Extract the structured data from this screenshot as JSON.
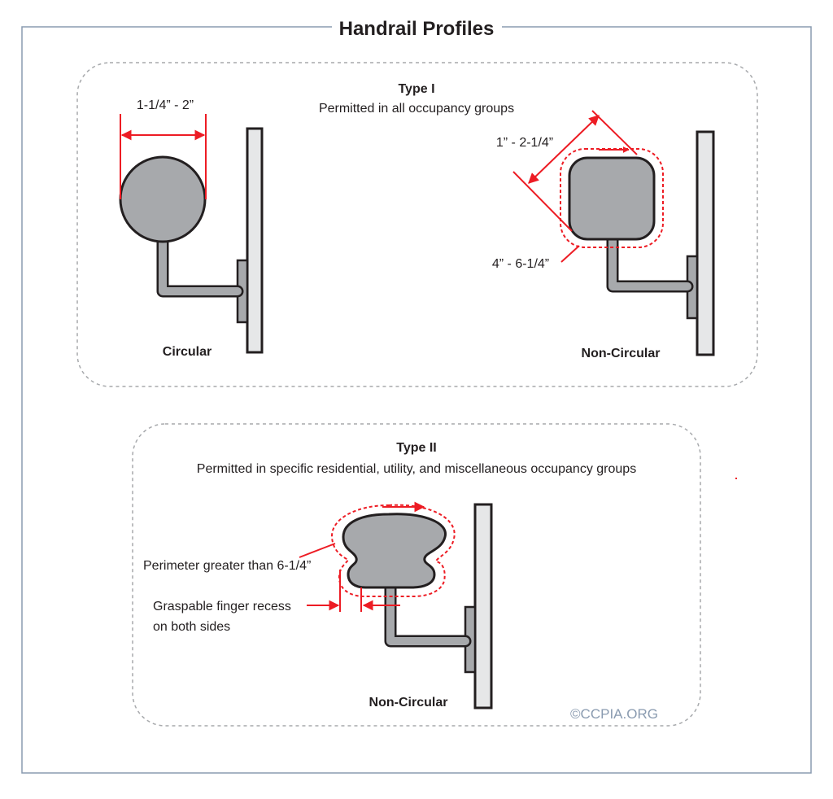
{
  "title": "Handrail Profiles",
  "type1": {
    "heading": "Type I",
    "subheading": "Permitted in all occupancy groups",
    "circular": {
      "label": "Circular",
      "dimension": "1-1/4” -  2”"
    },
    "non_circular": {
      "label": "Non-Circular",
      "dimension_top": "1” -  2-1/4”",
      "dimension_perimeter": "4” -  6-1/4”"
    }
  },
  "type2": {
    "heading": "Type II",
    "subheading": "Permitted in specific residential, utility, and miscellaneous occupancy groups",
    "label": "Non-Circular",
    "perimeter_note": "Perimeter greater than 6-1/4”",
    "recess_note_line1": "Graspable finger recess",
    "recess_note_line2": "on both sides"
  },
  "copyright": "©CCPIA.ORG",
  "colors": {
    "dimension_red": "#ed1c24",
    "rail_gray": "#a7a9ac",
    "wall_gray": "#e6e7e8",
    "outline": "#231f20",
    "copyright_blue": "#8a9bb0"
  }
}
